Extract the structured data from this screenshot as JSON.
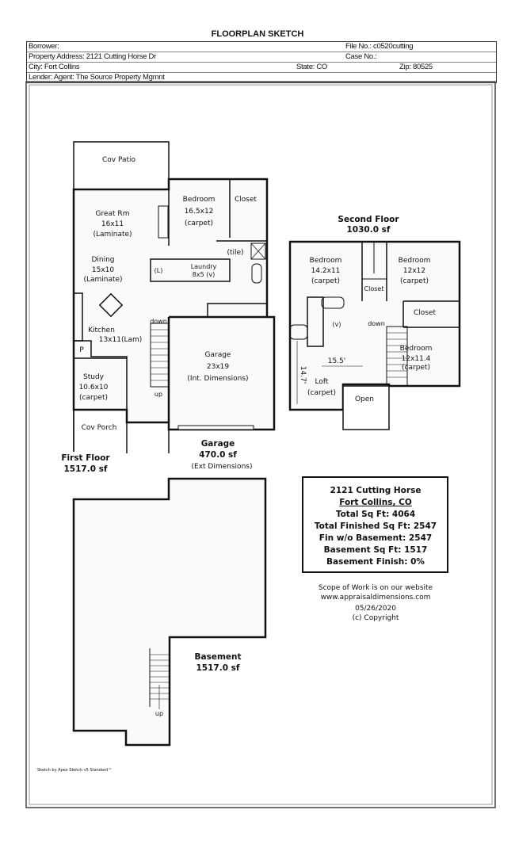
{
  "title": "FLOORPLAN SKETCH",
  "header": {
    "borrower": "Borrower:",
    "file_no": "File No.:  c0520cutting",
    "property_address": "Property Address: 2121 Cutting Horse Dr",
    "case_no": "Case No.:",
    "city": "City: Fort Collins",
    "state": "State: CO",
    "zip": "Zip: 80525",
    "lender": "Lender: Agent:  The Source Property Mgmnt"
  },
  "first_floor": {
    "cov_patio": "Cov Patio",
    "great_rm": [
      "Great Rm",
      "16x11",
      "(Laminate)"
    ],
    "bedroom": [
      "Bedroom",
      "16.5x12",
      "(carpet)"
    ],
    "closet": "Closet",
    "tile": "(tile)",
    "l": "(L)",
    "laundry": [
      "Laundry",
      "8x5 (v)"
    ],
    "dining": [
      "Dining",
      "15x10",
      "(Laminate)"
    ],
    "kitchen": [
      "Kitchen",
      "13x11(Lam)"
    ],
    "pantry": "P",
    "study": [
      "Study",
      "10.6x10",
      "(carpet)"
    ],
    "cov_porch": "Cov Porch",
    "down": "down",
    "up": "up",
    "garage": [
      "Garage",
      "23x19",
      "(Int. Dimensions)"
    ],
    "garage_label": [
      "Garage",
      "470.0 sf",
      "(Ext Dimensions)"
    ],
    "floor_label": [
      "First Floor",
      "1517.0 sf"
    ]
  },
  "second_floor": {
    "floor_label": [
      "Second Floor",
      "1030.0 sf"
    ],
    "bedroom1": [
      "Bedroom",
      "14.2x11",
      "(carpet)"
    ],
    "bedroom2": [
      "Bedroom",
      "12x12",
      "(carpet)"
    ],
    "bedroom3": [
      "Bedroom",
      "12x11.4",
      "(carpet)"
    ],
    "closet": "Closet",
    "v": "(v)",
    "down": "down",
    "dim_width": "15.5'",
    "dim_height": "14.7'",
    "loft": [
      "Loft",
      "(carpet)"
    ],
    "open": "Open"
  },
  "summary": {
    "address": "2121 Cutting Horse",
    "city": "Fort Collins, CO",
    "total": "Total Sq Ft:  4064",
    "finished": "Total Finished Sq Ft:  2547",
    "fin_wo_basement": "Fin w/o Basement:  2547",
    "basement_sqft": "Basement Sq Ft:  1517",
    "basement_finish": "Basement Finish:  0%"
  },
  "notes": [
    "Scope of Work is on our website",
    "www.appraisaldimensions.com",
    "05/26/2020",
    "(c) Copyright"
  ],
  "basement": {
    "label": [
      "Basement",
      "1517.0 sf"
    ],
    "up": "up"
  },
  "credit": "Sketch by Apex Sketch v5 Standard™"
}
